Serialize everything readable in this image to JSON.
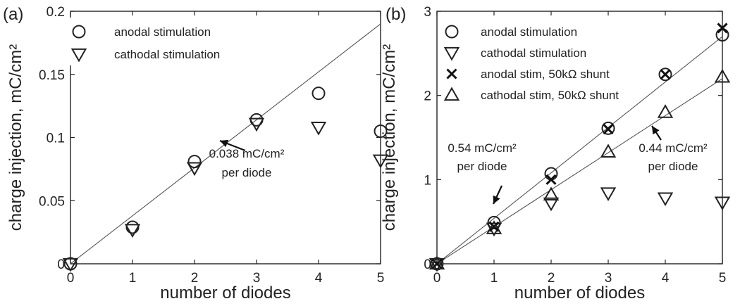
{
  "chart_data": [
    {
      "type": "scatter",
      "panel_label": "(a)",
      "xlabel": "number of diodes",
      "ylabel": "charge injection, mC/cm²",
      "xlim": [
        0,
        5
      ],
      "ylim": [
        0,
        0.2
      ],
      "xticks": [
        0,
        1,
        2,
        3,
        4,
        5
      ],
      "yticks": [
        0,
        0.05,
        0.1,
        0.15,
        0.2
      ],
      "ytick_labels": [
        "0",
        "0.05",
        "0.1",
        "0.15",
        "0.2"
      ],
      "legend_position": "top-left",
      "series": [
        {
          "name": "anodal stimulation",
          "marker": "circle",
          "x": [
            0,
            1,
            2,
            3,
            4,
            5
          ],
          "y": [
            0,
            0.029,
            0.081,
            0.114,
            0.135,
            0.105
          ]
        },
        {
          "name": "cathodal stimulation",
          "marker": "triangle-down",
          "x": [
            0,
            1,
            2,
            3,
            4,
            5
          ],
          "y": [
            0,
            0.027,
            0.076,
            0.111,
            0.108,
            0.082
          ]
        }
      ],
      "fit_lines": [
        {
          "x": [
            0,
            5
          ],
          "y": [
            0,
            0.19
          ]
        }
      ],
      "annotations": [
        {
          "lines": [
            "0.038 mC/cm²",
            "per diode"
          ]
        }
      ]
    },
    {
      "type": "scatter",
      "panel_label": "(b)",
      "xlabel": "number of diodes",
      "ylabel": "charge injection, mC/cm²",
      "xlim": [
        0,
        5
      ],
      "ylim": [
        0,
        3
      ],
      "xticks": [
        0,
        1,
        2,
        3,
        4,
        5
      ],
      "yticks": [
        0,
        1,
        2,
        3
      ],
      "ytick_labels": [
        "0",
        "1",
        "2",
        "3"
      ],
      "legend_position": "top-left",
      "series": [
        {
          "name": "anodal stimulation",
          "marker": "circle",
          "x": [
            0,
            1,
            2,
            3,
            4,
            5
          ],
          "y": [
            0,
            0.49,
            1.07,
            1.61,
            2.25,
            2.72
          ]
        },
        {
          "name": "cathodal stimulation",
          "marker": "triangle-down",
          "x": [
            0,
            1,
            2,
            3,
            4,
            5
          ],
          "y": [
            0,
            0.42,
            0.72,
            0.84,
            0.78,
            0.73
          ]
        },
        {
          "name": "anodal stim, 50kΩ shunt",
          "marker": "x",
          "x": [
            0,
            1,
            2,
            3,
            4,
            5
          ],
          "y": [
            0,
            0.44,
            1.0,
            1.6,
            2.25,
            2.8
          ]
        },
        {
          "name": "cathodal stim, 50kΩ shunt",
          "marker": "triangle-up",
          "x": [
            0,
            1,
            2,
            3,
            4,
            5
          ],
          "y": [
            0,
            0.42,
            0.82,
            1.33,
            1.8,
            2.22
          ]
        }
      ],
      "fit_lines": [
        {
          "x": [
            0,
            5
          ],
          "y": [
            0,
            2.7
          ]
        },
        {
          "x": [
            0,
            5
          ],
          "y": [
            0,
            2.2
          ]
        }
      ],
      "annotations": [
        {
          "lines": [
            "0.54 mC/cm²",
            "per diode"
          ]
        },
        {
          "lines": [
            "0.44 mC/cm²",
            "per diode"
          ]
        }
      ]
    }
  ]
}
